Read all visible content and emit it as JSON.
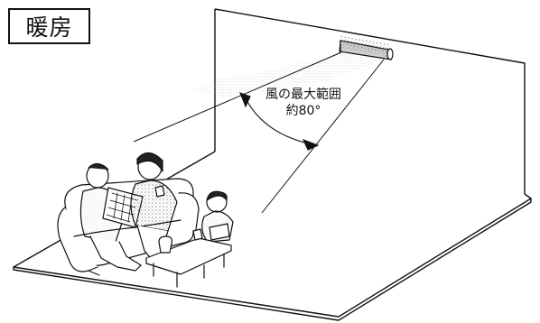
{
  "mode": {
    "label": "暖房"
  },
  "airflow": {
    "title": "風の最大範囲",
    "angle_text": "約80°"
  },
  "colors": {
    "line": "#111111",
    "stipple": "#555555",
    "background": "#ffffff"
  },
  "icons": [
    "air-conditioner-icon",
    "sofa-icon",
    "coffee-table-icon",
    "family-icon"
  ]
}
